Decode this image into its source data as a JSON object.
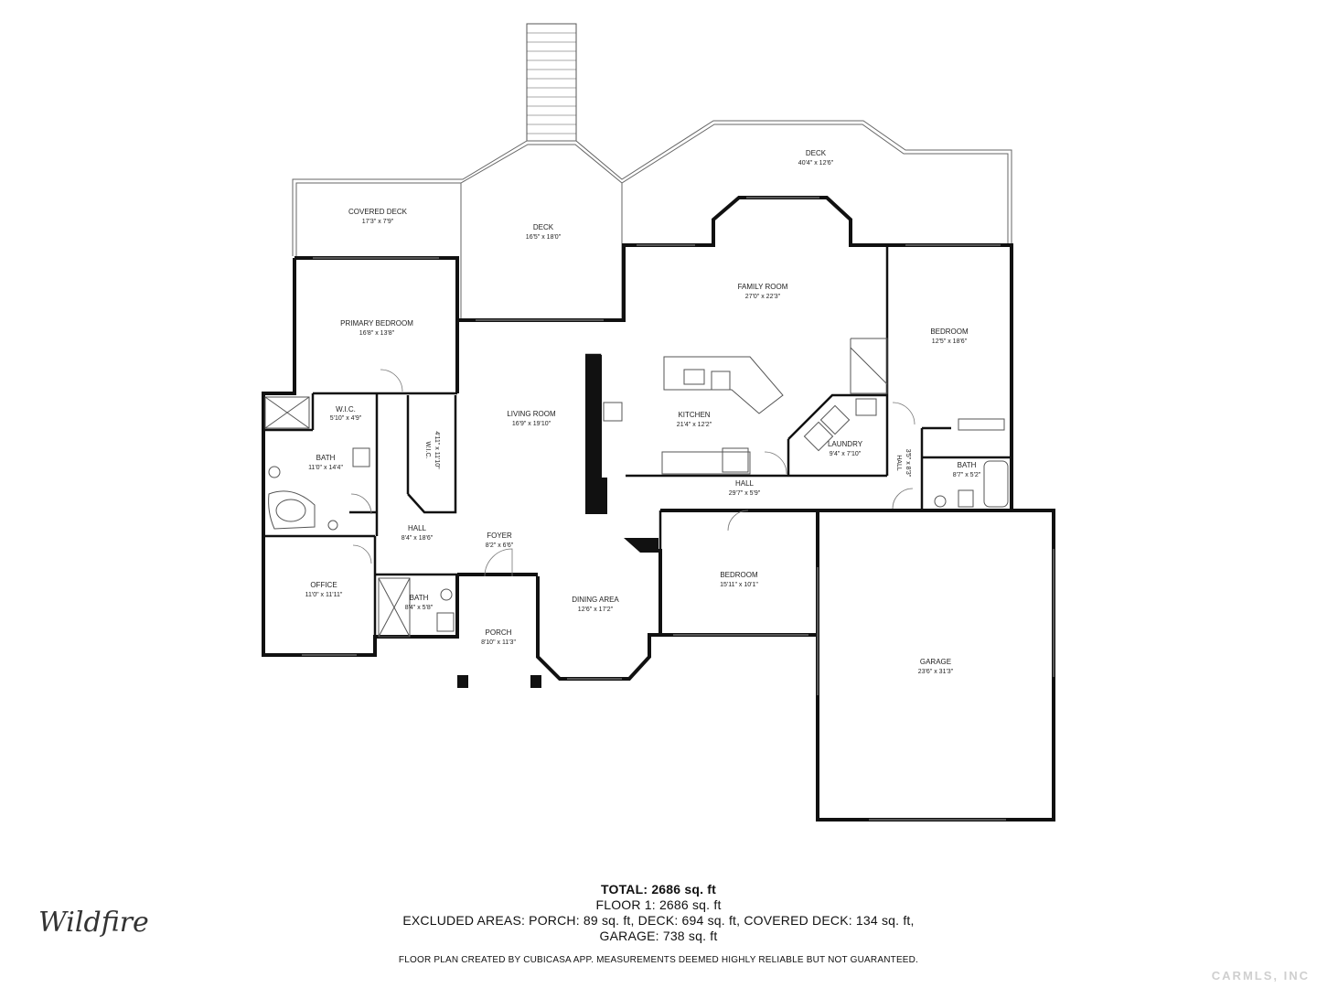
{
  "rooms": [
    {
      "id": "deck-main",
      "name": "DECK",
      "dims": "40'4\" x 12'6\""
    },
    {
      "id": "covered-deck",
      "name": "COVERED DECK",
      "dims": "17'3\" x 7'9\""
    },
    {
      "id": "deck-center",
      "name": "DECK",
      "dims": "16'5\" x 18'0\""
    },
    {
      "id": "family-room",
      "name": "FAMILY ROOM",
      "dims": "27'0\" x 22'3\""
    },
    {
      "id": "bedroom-east",
      "name": "BEDROOM",
      "dims": "12'5\" x 18'6\""
    },
    {
      "id": "primary-bedroom",
      "name": "PRIMARY BEDROOM",
      "dims": "16'8\" x 13'8\""
    },
    {
      "id": "wic-1",
      "name": "W.I.C.",
      "dims": "5'10\" x 4'9\""
    },
    {
      "id": "wic-2",
      "name": "W.I.C.",
      "dims": "4'11\" x 11'10\""
    },
    {
      "id": "living-room",
      "name": "LIVING ROOM",
      "dims": "16'9\" x 19'10\""
    },
    {
      "id": "kitchen",
      "name": "KITCHEN",
      "dims": "21'4\" x 12'2\""
    },
    {
      "id": "laundry",
      "name": "LAUNDRY",
      "dims": "9'4\" x 7'10\""
    },
    {
      "id": "bath-primary",
      "name": "BATH",
      "dims": "11'0\" x 14'4\""
    },
    {
      "id": "hall-east",
      "name": "HALL",
      "dims": "3'5\" x 8'3\""
    },
    {
      "id": "bath-east",
      "name": "BATH",
      "dims": "8'7\" x 5'2\""
    },
    {
      "id": "hall-main",
      "name": "HALL",
      "dims": "29'7\" x 5'9\""
    },
    {
      "id": "hall-west",
      "name": "HALL",
      "dims": "8'4\" x 18'6\""
    },
    {
      "id": "foyer",
      "name": "FOYER",
      "dims": "8'2\" x 6'6\""
    },
    {
      "id": "bedroom-south",
      "name": "BEDROOM",
      "dims": "15'11\" x 10'1\""
    },
    {
      "id": "office",
      "name": "OFFICE",
      "dims": "11'0\" x 11'11\""
    },
    {
      "id": "bath-hall",
      "name": "BATH",
      "dims": "8'4\" x 5'8\""
    },
    {
      "id": "dining-area",
      "name": "DINING AREA",
      "dims": "12'6\" x 17'2\""
    },
    {
      "id": "porch",
      "name": "PORCH",
      "dims": "8'10\" x 11'3\""
    },
    {
      "id": "garage",
      "name": "GARAGE",
      "dims": "23'6\" x 31'3\""
    }
  ],
  "summary": {
    "total": "TOTAL: 2686 sq. ft",
    "floor1": "FLOOR 1: 2686 sq. ft",
    "excluded": "EXCLUDED AREAS: PORCH: 89 sq. ft, DECK: 694 sq. ft, COVERED DECK: 134 sq. ft,",
    "garage": "GARAGE: 738 sq. ft"
  },
  "disclaimer": "FLOOR PLAN CREATED BY CUBICASA APP. MEASUREMENTS DEEMED HIGHLY RELIABLE BUT NOT GUARANTEED.",
  "logo": "Wildfire",
  "watermark": "CARMLS, INC",
  "colors": {
    "wall": "#111111",
    "thin": "#555555",
    "background": "#ffffff"
  }
}
